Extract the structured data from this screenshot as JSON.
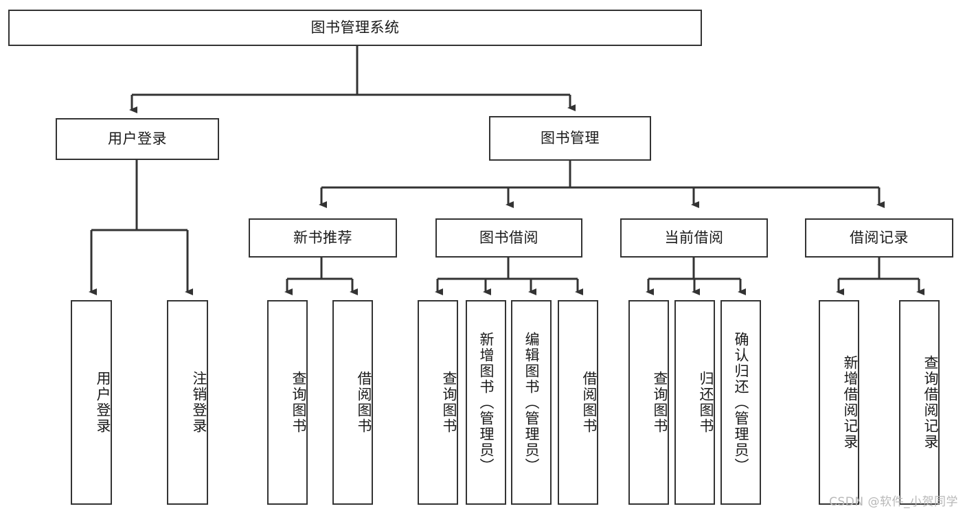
{
  "diagram": {
    "type": "tree",
    "title": "图书管理系统",
    "watermark": "CSDN @软件_小贺同学",
    "colors": {
      "stroke": "#333333",
      "fill": "#ffffff",
      "text": "#1a1a1a",
      "watermark": "#b8b8b8"
    },
    "root": {
      "label": "图书管理系统"
    },
    "level2": [
      {
        "label": "用户登录"
      },
      {
        "label": "图书管理"
      }
    ],
    "level3": [
      {
        "label": "新书推荐"
      },
      {
        "label": "图书借阅"
      },
      {
        "label": "当前借阅"
      },
      {
        "label": "借阅记录"
      }
    ],
    "leaves": {
      "user_login": [
        {
          "label": "用户登录"
        },
        {
          "label": "注销登录"
        }
      ],
      "new_book_recommend": [
        {
          "label": "查询图书"
        },
        {
          "label": "借阅图书"
        }
      ],
      "book_borrow": [
        {
          "label": "查询图书"
        },
        {
          "label": "新增图书（管理员）"
        },
        {
          "label": "编辑图书（管理员）"
        },
        {
          "label": "借阅图书"
        }
      ],
      "current_borrow": [
        {
          "label": "查询图书"
        },
        {
          "label": "归还图书"
        },
        {
          "label": "确认归还（管理员）"
        }
      ],
      "borrow_record": [
        {
          "label": "新增借阅记录"
        },
        {
          "label": "查询借阅记录"
        }
      ]
    }
  }
}
